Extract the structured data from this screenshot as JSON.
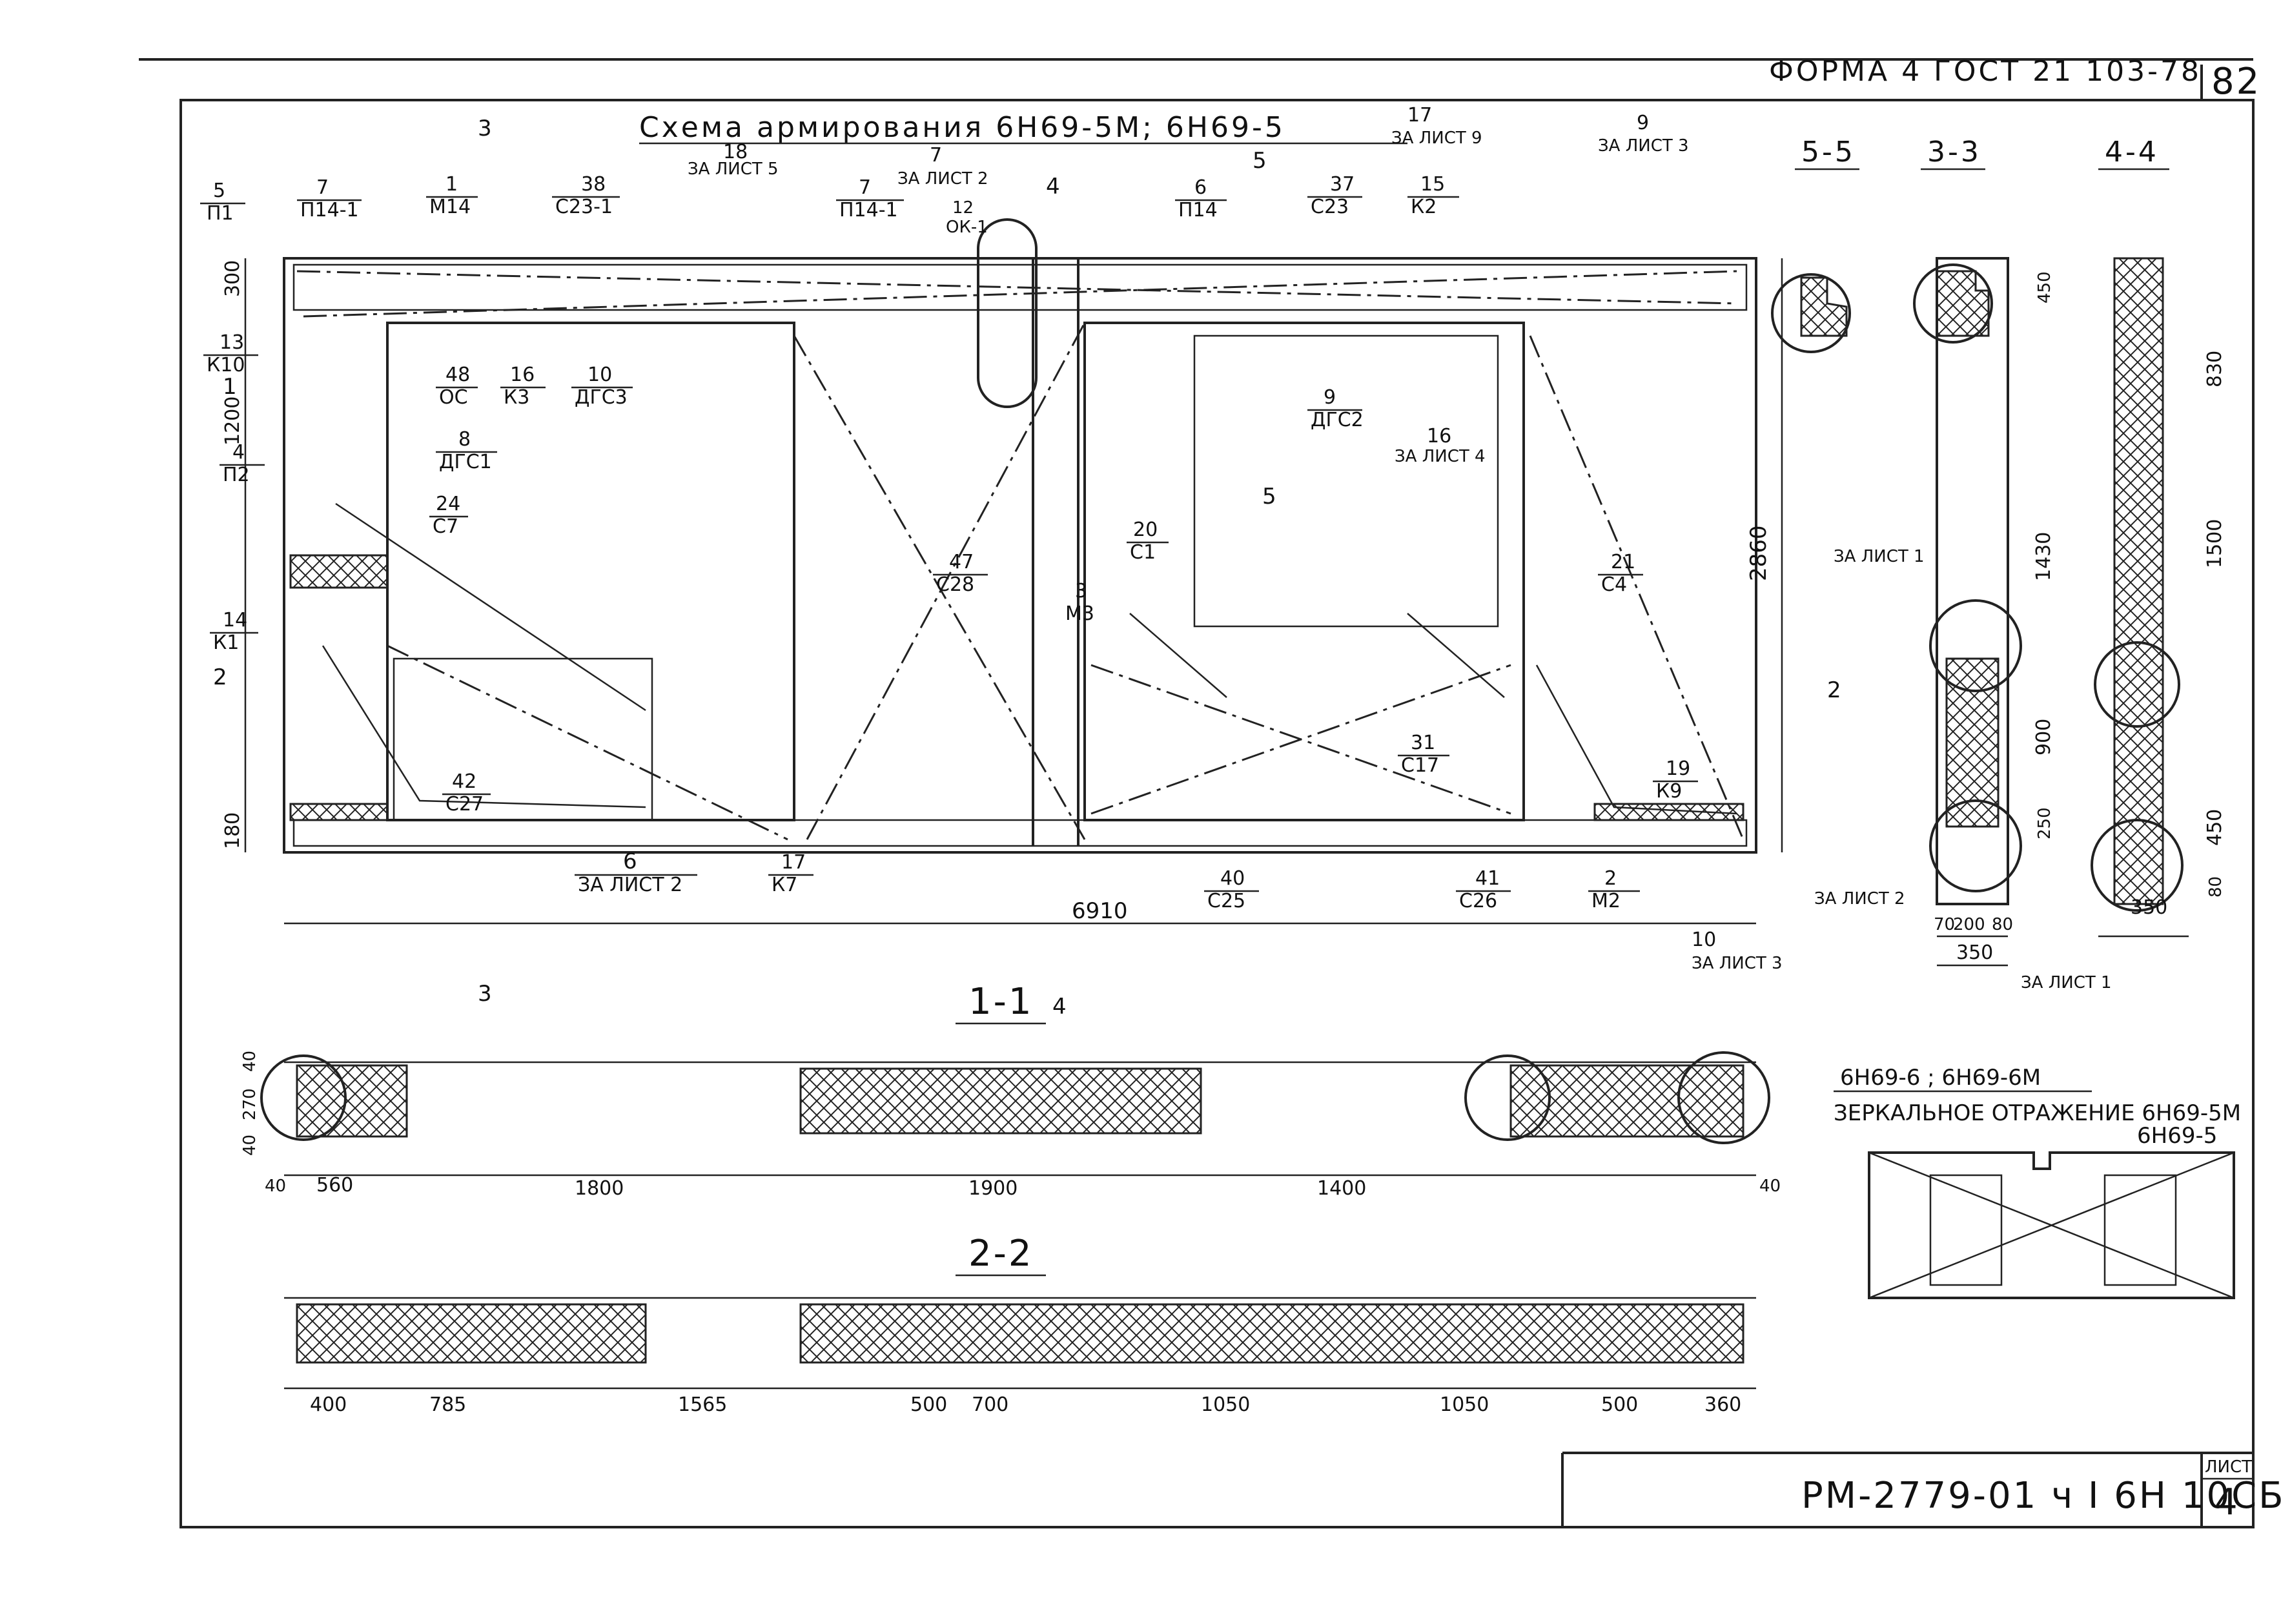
{
  "header": {
    "form_note": "ФОРМА 4 ГОСТ 21 103-78",
    "page_number": "82"
  },
  "main_plan": {
    "title": "Схема армирования 6Н69-5М; 6Н69-5",
    "overall_width": "6910",
    "right_height": "2860",
    "left_dims": [
      "300",
      "1200",
      "180"
    ],
    "section_marks": {
      "s1": "1",
      "s2": "2",
      "s3": "3",
      "s4": "4",
      "s5": "5"
    }
  },
  "callouts": [
    {
      "num": "5",
      "ref": "П1"
    },
    {
      "num": "7",
      "ref": "П14-1"
    },
    {
      "num": "1",
      "ref": "М14"
    },
    {
      "num": "38",
      "ref": "С23-1"
    },
    {
      "num": "18",
      "ref": "ЗА ЛИСТ 5"
    },
    {
      "num": "7",
      "ref": "П14-1"
    },
    {
      "num": "7",
      "ref": "ЗА ЛИСТ 2"
    },
    {
      "num": "12",
      "ref": "ОК-1"
    },
    {
      "num": "6",
      "ref": "П14"
    },
    {
      "num": "37",
      "ref": "С23"
    },
    {
      "num": "15",
      "ref": "К2"
    },
    {
      "num": "17",
      "ref": "ЗА ЛИСТ 9"
    },
    {
      "num": "9",
      "ref": "ЗА ЛИСТ 3"
    },
    {
      "num": "13",
      "ref": "К10"
    },
    {
      "num": "4",
      "ref": "П2"
    },
    {
      "num": "14",
      "ref": "К1"
    },
    {
      "num": "48",
      "ref": "ОС"
    },
    {
      "num": "16",
      "ref": "К3"
    },
    {
      "num": "10",
      "ref": "ДГС3"
    },
    {
      "num": "8",
      "ref": "ДГС1"
    },
    {
      "num": "24",
      "ref": "С7"
    },
    {
      "num": "42",
      "ref": "С27"
    },
    {
      "num": "47",
      "ref": "С28"
    },
    {
      "num": "20",
      "ref": "С1"
    },
    {
      "num": "3",
      "ref": "М3"
    },
    {
      "num": "21",
      "ref": "С4"
    },
    {
      "num": "31",
      "ref": "С17"
    },
    {
      "num": "19",
      "ref": "К9"
    },
    {
      "num": "40",
      "ref": "С25"
    },
    {
      "num": "41",
      "ref": "С26"
    },
    {
      "num": "2",
      "ref": "М2"
    },
    {
      "num": "6",
      "ref": "ЗА ЛИСТ 2"
    },
    {
      "num": "17",
      "ref": "К7"
    },
    {
      "num": "10",
      "ref": "ЗА ЛИСТ 3"
    },
    {
      "num": "9",
      "ref": "ДГС2"
    },
    {
      "num": "16",
      "ref": "ЗА ЛИСТ 4"
    }
  ],
  "section_views": {
    "s55": "5-5",
    "s33": "3-3",
    "s44": "4-4",
    "s11": "1-1",
    "s22": "2-2",
    "s33_dims": [
      "70",
      "200",
      "80",
      "350"
    ],
    "s44_dims": [
      "830",
      "1500",
      "450",
      "80",
      "350"
    ],
    "s33_vert": [
      "450",
      "1430",
      "900",
      "250"
    ],
    "za_list_1": "ЗА ЛИСТ 1",
    "za_list_2": "ЗА ЛИСТ 2"
  },
  "section_11": {
    "dims": [
      "40",
      "560",
      "1800",
      "1900",
      "1400",
      "40"
    ],
    "left_dims": [
      "40",
      "270",
      "40"
    ]
  },
  "section_22": {
    "dims": [
      "400",
      "785",
      "1565",
      "500",
      "700",
      "1050",
      "1050",
      "500",
      "360"
    ]
  },
  "mirror": {
    "title": "6Н69-6 ; 6Н69-6М",
    "subtitle": "ЗЕРКАЛЬНОЕ ОТРАЖЕНИЕ 6Н69-5М",
    "subtitle2": "6Н69-5"
  },
  "title_block": {
    "code": "РМ-2779-01 ч I  6Н 10СБ.",
    "sheet_label": "ЛИСТ",
    "sheet_number": "4"
  }
}
